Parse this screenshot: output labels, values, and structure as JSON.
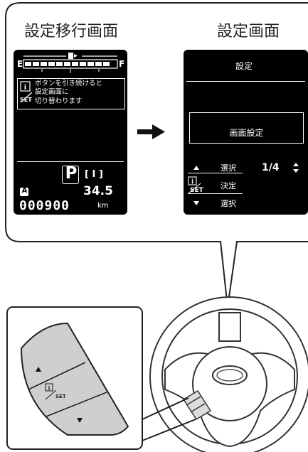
{
  "left_panel": {
    "title": "設定移行画面",
    "fuel": {
      "empty_label": "E",
      "full_label": "F"
    },
    "message": {
      "line1": "ボタンを引き続けると",
      "line2": "設定画面に",
      "line3": "切り替わります",
      "set_icon_label": "SET"
    },
    "gear": "P",
    "gear_sub": "[ I ]",
    "trip_label": "A",
    "trip_value": "34.5",
    "odometer_value": "000900",
    "odometer_unit": "km"
  },
  "right_panel": {
    "title": "設定画面",
    "header": "設定",
    "selected_item": "画面設定",
    "select_up_label": "選択",
    "page_indicator": "1/4",
    "confirm_label": "決定",
    "select_down_label": "選択",
    "set_icon_label": "SET"
  },
  "switch_detail": {
    "set_icon_label": "SET"
  },
  "colors": {
    "background": "#ffffff",
    "screen": "#000000",
    "button_grey": "#cfcfcf",
    "outline": "#222222"
  }
}
